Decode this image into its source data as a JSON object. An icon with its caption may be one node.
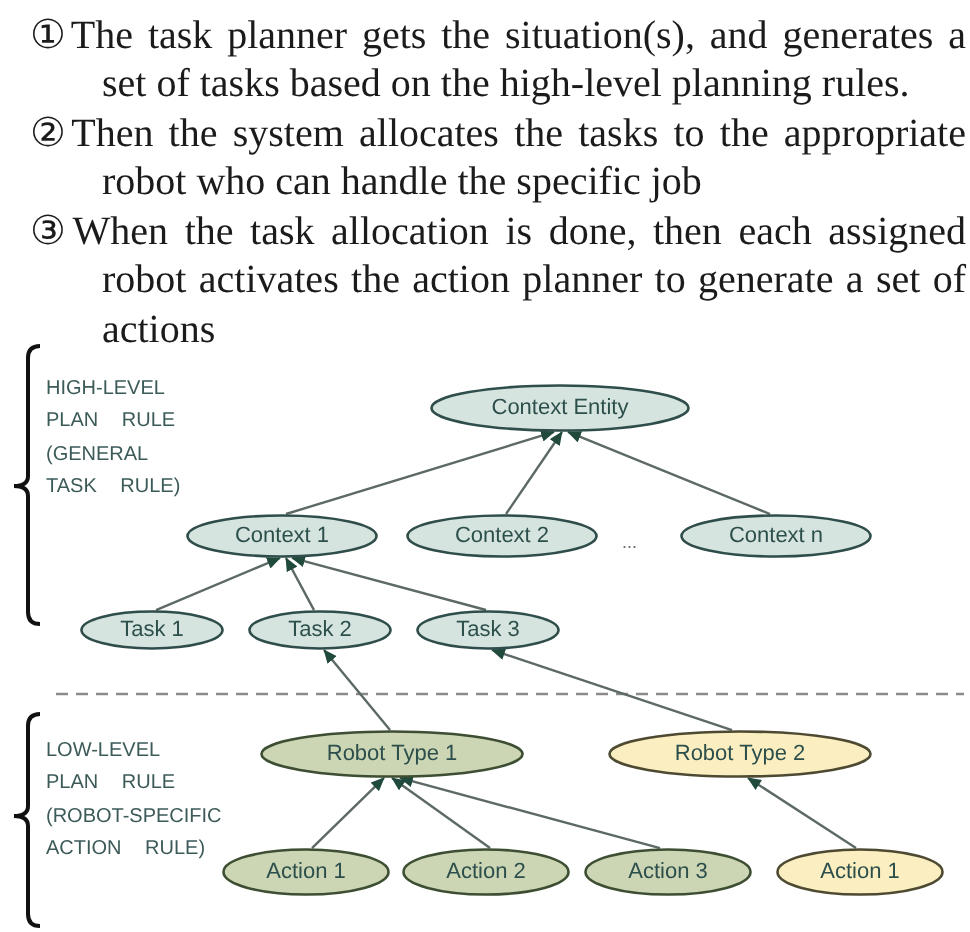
{
  "diagram": {
    "nodes": [
      {
        "text": [
          "Context Entity"
        ]
      },
      {
        "text": [
          "Context 1"
        ]
      },
      {
        "text": [
          "Context 2"
        ]
      },
      {
        "text": [
          "Context n"
        ]
      },
      {
        "text": [
          "Task 1"
        ]
      },
      {
        "text": [
          "Task 2"
        ]
      },
      {
        "text": [
          "Task 3"
        ]
      },
      {
        "text": [
          "Robot Type 1"
        ]
      },
      {
        "text": [
          "Robot Type 2"
        ]
      },
      {
        "text": [
          "Action 1"
        ]
      },
      {
        "text": [
          "Action 2"
        ]
      },
      {
        "text": [
          "Action 3"
        ]
      },
      {
        "text": [
          "Action 1"
        ]
      }
    ],
    "edges": [
      {
        "from": 1,
        "to": 0,
        "arrow": "to"
      },
      {
        "from": 2,
        "to": 0,
        "arrow": "to"
      },
      {
        "from": 3,
        "to": 0,
        "arrow": "to"
      },
      {
        "from": 4,
        "to": 1,
        "arrow": "to"
      },
      {
        "from": 5,
        "to": 1,
        "arrow": "to"
      },
      {
        "from": 6,
        "to": 1,
        "arrow": "to"
      },
      {
        "from": 7,
        "to": 5,
        "arrow": "to"
      },
      {
        "from": 8,
        "to": 6,
        "arrow": "to"
      },
      {
        "from": 9,
        "to": 7,
        "arrow": "to"
      },
      {
        "from": 10,
        "to": 7,
        "arrow": "to"
      },
      {
        "from": 11,
        "to": 7,
        "arrow": "to"
      },
      {
        "from": 12,
        "to": 8,
        "arrow": "to"
      }
    ],
    "labels": [
      "①The task planner gets the situation(s), and generates a set of tasks based on the high-level planning rules.",
      "②Then the system allocates the tasks to the appropriate robot who can handle the specific job",
      "③When the task allocation is done, then each assigned robot activates the action planner to generate a set of actions",
      "HIGH-LEVEL PLAN RULE (GENERAL TASK RULE)",
      "...",
      "LOW-LEVEL PLAN RULE (ROBOT-SPECIFIC ACTION RULE)"
    ]
  }
}
